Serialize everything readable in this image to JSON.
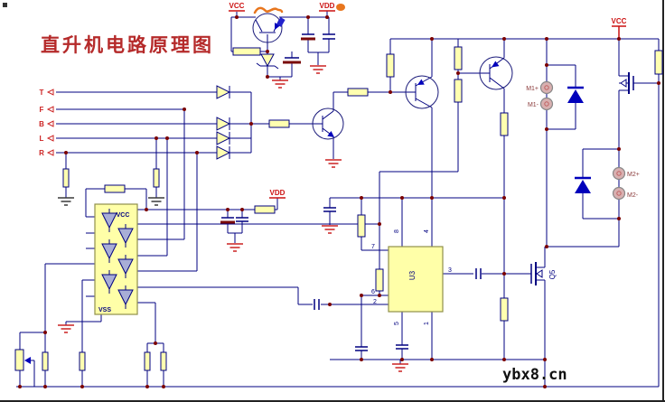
{
  "title": "直升机电路原理图",
  "watermark": "ybx8.cn",
  "inputs": {
    "t": "T",
    "f": "F",
    "b": "B",
    "l": "L",
    "r": "R"
  },
  "power": {
    "vcc": "VCC",
    "vdd": "VDD"
  },
  "hex_ic": {
    "vcc_pin": "VCC",
    "vss_pin": "VSS"
  },
  "timer": {
    "ref": "U3",
    "pin1": "1",
    "pin2": "2",
    "pin3": "3",
    "pin4": "4",
    "pin5": "5",
    "pin6": "6",
    "pin7": "7",
    "pin8": "8"
  },
  "transistors": {
    "q5": "Q5"
  },
  "motors": {
    "m1_plus": "M1+",
    "m1_minus": "M1-",
    "m2_plus": "M2+",
    "m2_minus": "M2-"
  },
  "colors": {
    "wire": "#000080",
    "junction": "#7a0000",
    "component_fill": "#ffffb0",
    "ic_fill": "#ffffa8",
    "power_label": "#cc1111",
    "title": "#b52a2a",
    "blue_part": "#0000bb",
    "ground_power": "#cc2222",
    "ground_signal": "#3a3a3a",
    "highlight": "#e8761e",
    "terminal_fill": "#d8b0b0",
    "background": "#ffffff"
  }
}
